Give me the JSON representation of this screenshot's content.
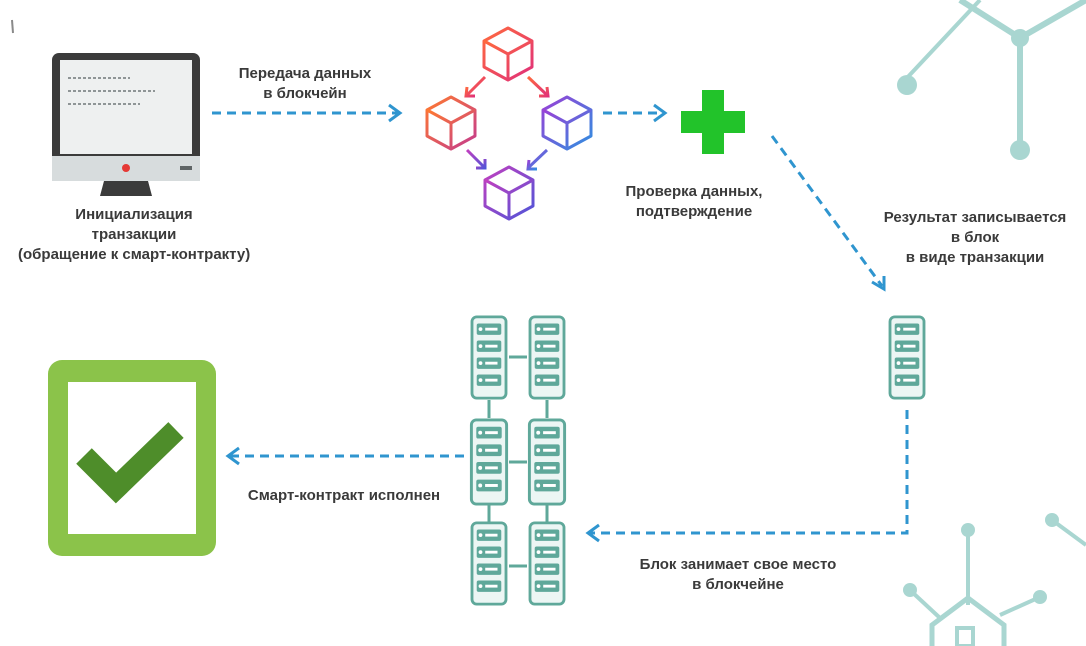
{
  "steps": {
    "init": {
      "line1": "Инициализация",
      "line2": "транзакции",
      "line3": "(обращение к смарт-контракту)"
    },
    "transfer": {
      "line1": "Передача данных",
      "line2": "в блокчейн"
    },
    "verify": {
      "line1": "Проверка данных,",
      "line2": "подтверждение"
    },
    "record": {
      "line1": "Результат записывается",
      "line2": "в блок",
      "line3": "в виде транзакции"
    },
    "place": {
      "line1": "Блок занимает свое место",
      "line2": "в блокчейне"
    },
    "done": {
      "line1": "Смарт-контракт исполнен"
    }
  },
  "icons": [
    "computer-monitor-icon",
    "blockchain-cubes-icon",
    "plus-icon",
    "server-icon",
    "server-cluster-icon",
    "checkmark-icon",
    "network-decoration-icon",
    "house-network-icon"
  ],
  "colors": {
    "arrow": "#2f95cf",
    "server": "#5fa89a",
    "server_fill": "#ecf6f4",
    "plus": "#22c32a",
    "check_frame": "#8bc34a",
    "check_mark": "#4e8d2a",
    "decor": "#a9d6d1",
    "label": "#3a3a3a"
  }
}
